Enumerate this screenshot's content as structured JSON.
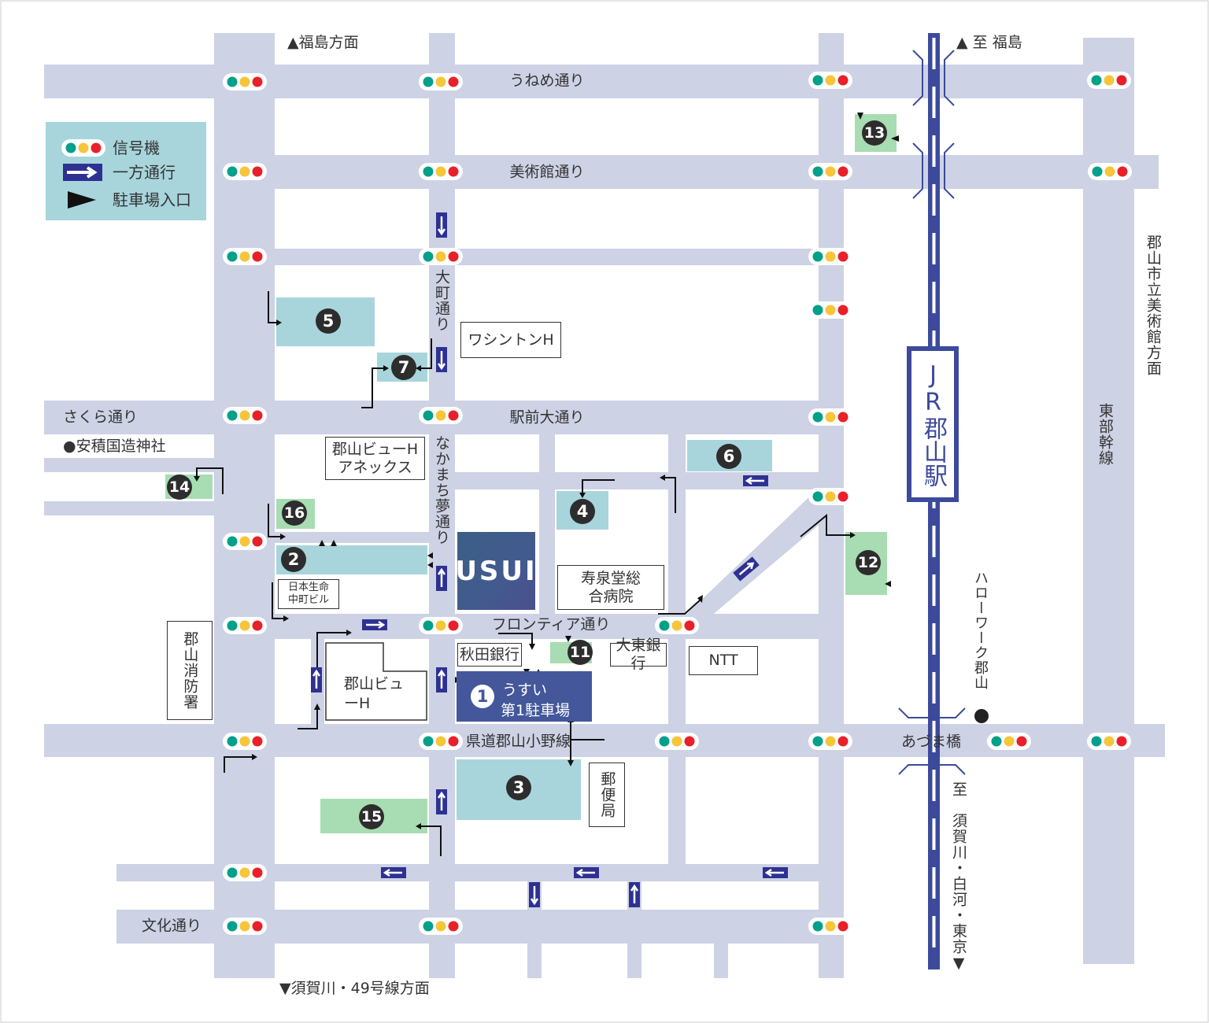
{
  "legend": {
    "signal_label": "信号機",
    "oneway_label": "一方通行",
    "parking_entrance_label": "駐車場入口"
  },
  "directions": {
    "north_fukushima": "▲福島方面",
    "to_fukushima": "▲ 至 福島",
    "south": "▼須賀川・49号線方面",
    "museum": "郡山市立美術館方面",
    "to_south": "至　須賀川・白河・東京▼"
  },
  "roads": {
    "uneme": "うねめ通り",
    "bijutsukan": "美術館通り",
    "omachi": "大町通り",
    "sakura": "さくら通り",
    "ekimae": "駅前大通り",
    "nakamachi": "なかまち夢通り",
    "frontier": "フロンティア通り",
    "kendo": "県道郡山小野線",
    "bunka": "文化通り",
    "tobu": "東部幹線",
    "azuma": "あづま橋"
  },
  "landmarks": {
    "shrine": "●安積国造神社",
    "washington": "ワシントンH",
    "view_annex": "郡山ビューHアネックス",
    "nissay": "日本生命中町ビル",
    "jusendo": "寿泉堂総合病院",
    "akita_bank": "秋田銀行",
    "daito_bank": "大東銀行",
    "ntt": "NTT",
    "view_hotel": "郡山ビューH",
    "fire_station": "郡山消防署",
    "post_office": "郵便局",
    "hellowork": "ハローワーク郡山",
    "station": "JR郡山駅",
    "usui_logo": "USUI"
  },
  "parking": {
    "p1_number": "1",
    "p1_name": "うすい",
    "p1_sub": "第1駐車場",
    "numbers": [
      "2",
      "3",
      "4",
      "5",
      "6",
      "7",
      "11",
      "12",
      "13",
      "14",
      "15",
      "16"
    ]
  },
  "colors": {
    "road": "#cdd2e5",
    "parking_teal": "#a8d5dc",
    "parking_green": "#a8dcb2",
    "rail_blue": "#3c4a9c",
    "signal_green": "#00a08a",
    "signal_yellow": "#f6c53a",
    "signal_red": "#e8202a"
  }
}
